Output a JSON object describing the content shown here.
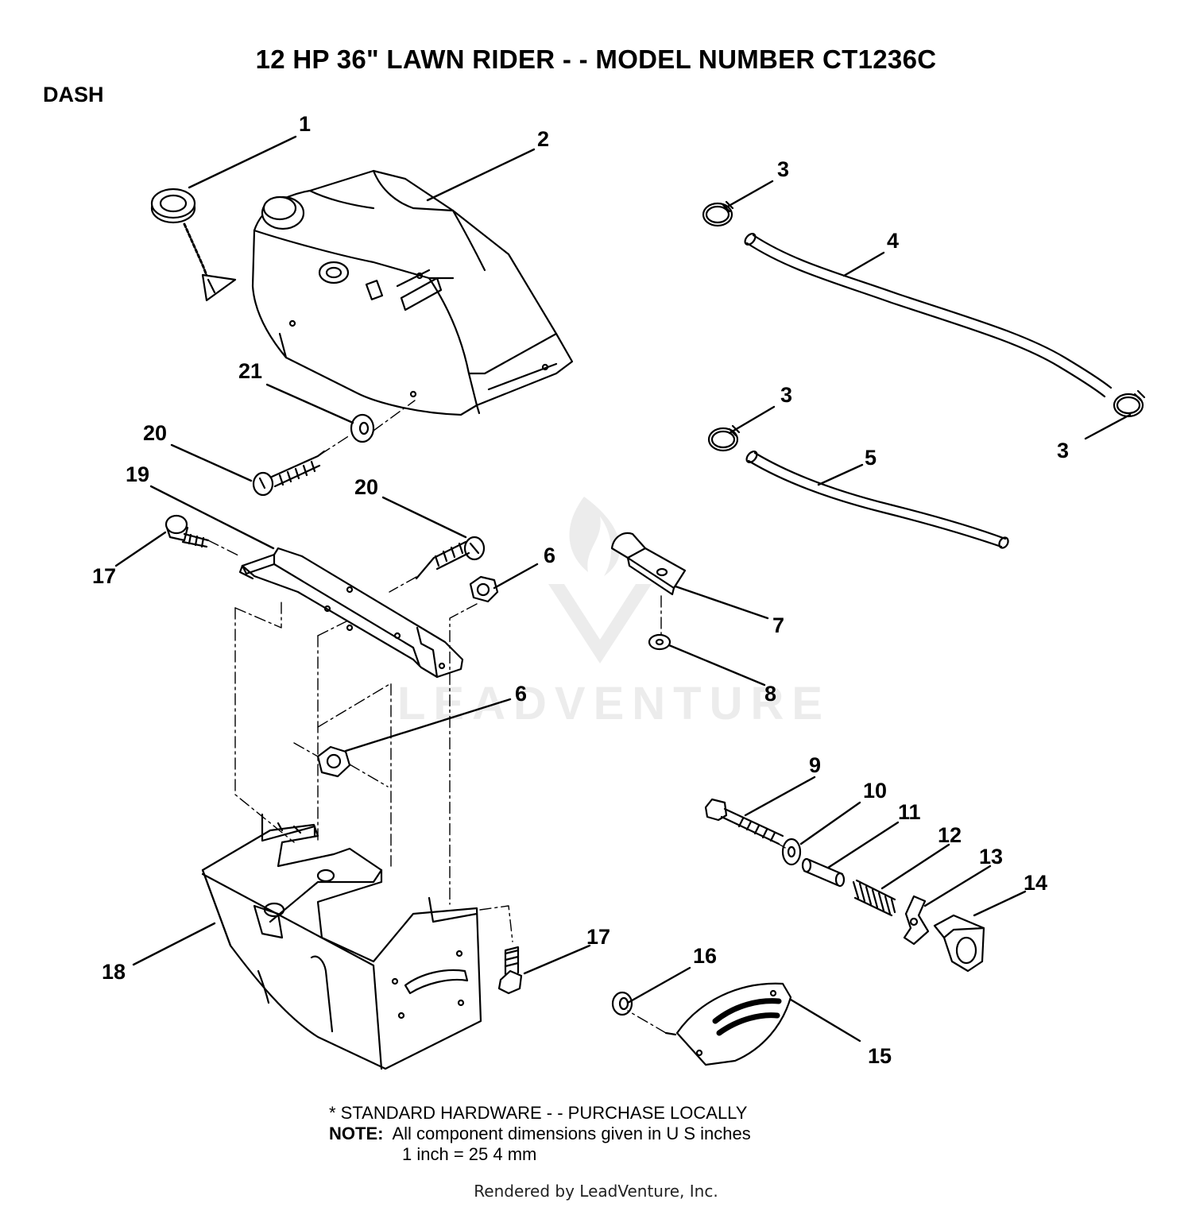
{
  "title": "12 HP 36\" LAWN RIDER - - MODEL NUMBER CT1236C",
  "section": "DASH",
  "callouts": [
    "1",
    "2",
    "3",
    "3",
    "3",
    "4",
    "5",
    "6",
    "6",
    "7",
    "8",
    "9",
    "10",
    "11",
    "12",
    "13",
    "14",
    "15",
    "16",
    "17",
    "17",
    "18",
    "19",
    "20",
    "20",
    "21"
  ],
  "notes": {
    "standard_hardware": "* STANDARD HARDWARE - - PURCHASE LOCALLY",
    "note_label": "NOTE:",
    "note_text": "All component dimensions given in U S  inches",
    "conversion": "1 inch = 25 4 mm"
  },
  "watermark": "LEADVENTURE",
  "footer": "Rendered by LeadVenture, Inc."
}
